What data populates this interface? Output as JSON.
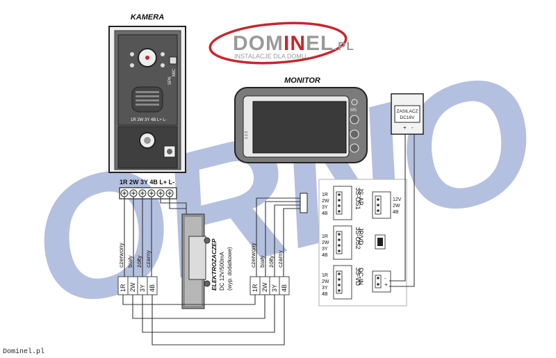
{
  "colors": {
    "watermark": "#9fb0d6",
    "logo_red": "#c8262c",
    "logo_gray": "#9a9a9a",
    "monitor_body": "#7b7b7b",
    "monitor_screen": "#3a3a3a"
  },
  "watermark": {
    "text": "ORNO"
  },
  "logo": {
    "part1": "DOM",
    "part2": "IN",
    "part3": "EL",
    "suffix": ".PL",
    "tagline": "INSTALACJE DLA DOMU"
  },
  "camera": {
    "title": "KAMERA",
    "spk_label": "SPK",
    "mic_label": "MIC",
    "inner_terminals": "1R 2W 3Y 4B L+ L-",
    "terminal_header": "1R 2W 3Y 4B L+ L-",
    "icons": [
      "camera-lens-icon",
      "speaker-grille-icon",
      "call-button-icon",
      "key-icon"
    ]
  },
  "monitor": {
    "title": "MONITOR",
    "side_labels": "1 2 3",
    "buttons": [
      "power-icon",
      "MS",
      "phone-icon",
      "unlock-icon",
      "key-icon"
    ]
  },
  "power_supply": {
    "line1": "ZASILACZ",
    "line2": "DC16V",
    "plus": "+",
    "minus": "-"
  },
  "wire_colors_camera": [
    "czerwony",
    "biały",
    "żółty",
    "czarny"
  ],
  "wire_colors_monitor": [
    "czerwony",
    "biały",
    "żółty",
    "czarny"
  ],
  "terminal_block_labels": [
    "1R",
    "2W",
    "3Y",
    "4B"
  ],
  "elektrozaczep": {
    "title": "ELEKTROZACZEP",
    "spec": "DC 12V/500mA",
    "note": "(wyp. dodatkowe)"
  },
  "monitor_panel": {
    "connector_pins": [
      "1R",
      "2W",
      "3Y",
      "4B"
    ],
    "sockets": [
      {
        "name": "JS-OS1",
        "pins": [
          "1R",
          "2W",
          "3Y",
          "4B"
        ]
      },
      {
        "name": "JS-OS2",
        "pins": [
          "1R",
          "2W",
          "3Y",
          "4B"
        ]
      },
      {
        "name": "JS-VD",
        "pins": [
          "1R",
          "2W",
          "3Y",
          "4B"
        ]
      }
    ],
    "right_sockets": [
      {
        "name": "JS-AP",
        "pins": [
          "12V",
          "2W",
          "4B"
        ]
      },
      {
        "name": "JP/VD",
        "pins": []
      },
      {
        "name": "DC-IN",
        "pins": [
          "-",
          "+"
        ]
      }
    ]
  },
  "footer": "Dominel.pl"
}
